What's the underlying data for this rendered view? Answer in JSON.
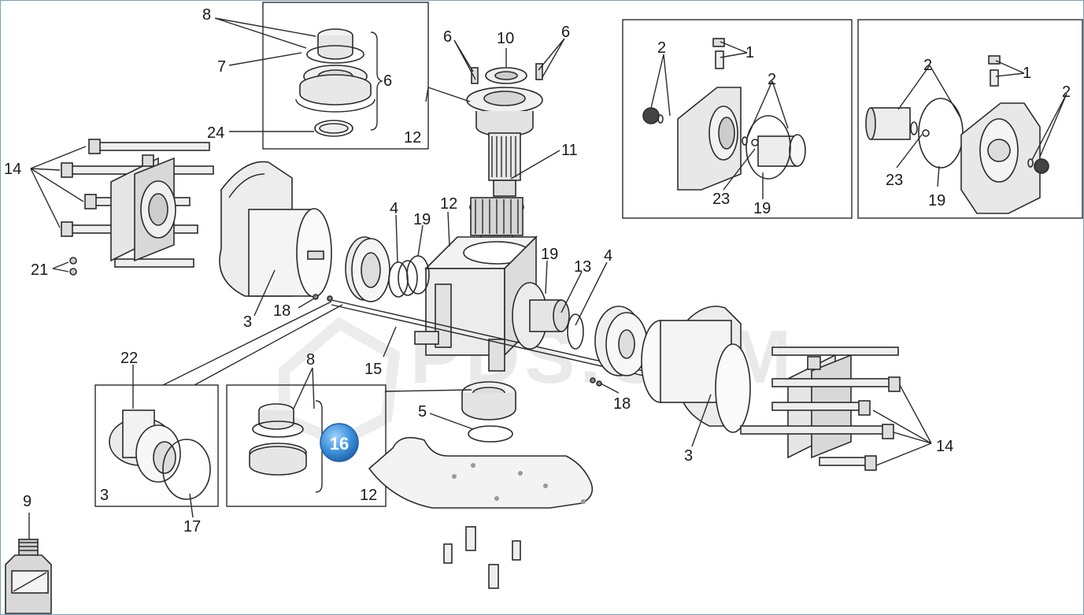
{
  "watermark": "PDS.COM",
  "badge": "16",
  "labels": {
    "l8_top": "8",
    "l7": "7",
    "l6_bracket": "6",
    "l24": "24",
    "l12_box": "12",
    "l6_left": "6",
    "l10": "10",
    "l6_right": "6",
    "l14_left": "14",
    "l21": "21",
    "l3_left": "3",
    "l18_left": "18",
    "l4_left": "4",
    "l19_left": "19",
    "l12_body": "12",
    "l11": "11",
    "l19_mid": "19",
    "l13": "13",
    "l4_right": "4",
    "l15": "15",
    "l18_right": "18",
    "l5": "5",
    "l3_right": "3",
    "l14_right": "14",
    "l22": "22",
    "l3_box": "3",
    "l17": "17",
    "l8_box": "8",
    "l12_box2": "12",
    "l9": "9",
    "r1_2a": "2",
    "r1_1": "1",
    "r1_2b": "2",
    "r1_23": "23",
    "r1_19": "19",
    "r2_2a": "2",
    "r2_1": "1",
    "r2_2b": "2",
    "r2_23": "23",
    "r2_19": "19"
  },
  "colors": {
    "line": "#2b2b2b",
    "frame": "#7aa0b8",
    "badge": "#3a8fd9",
    "watermark": "#e9e9e9"
  }
}
